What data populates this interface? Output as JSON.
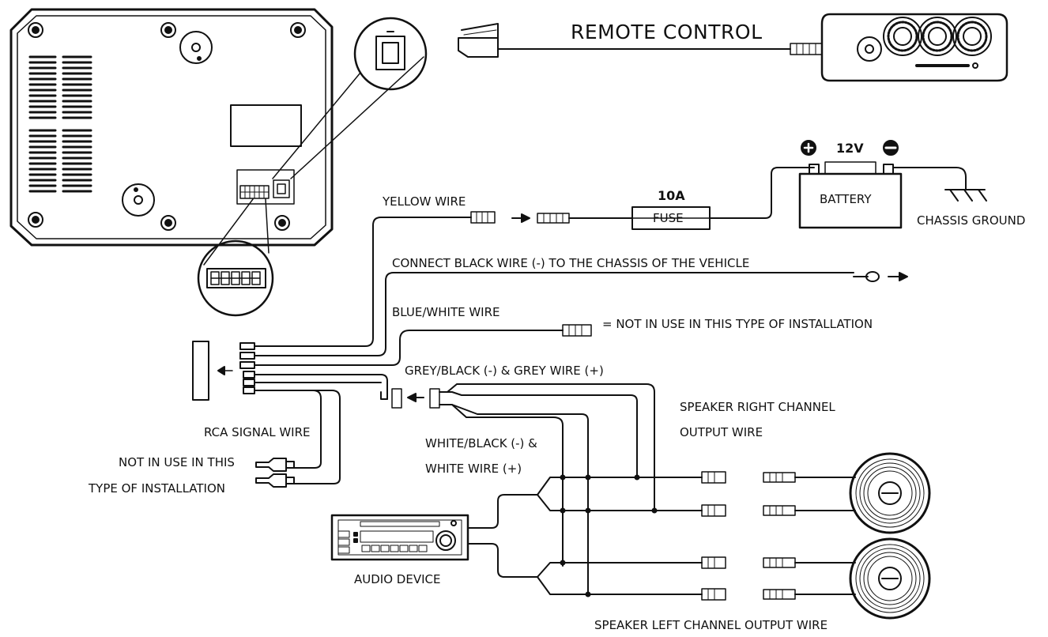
{
  "labels": {
    "remote_control": "REMOTE CONTROL",
    "yellow_wire": "YELLOW WIRE",
    "fuse_rating": "10A",
    "fuse": "FUSE",
    "voltage": "12V",
    "battery": "BATTERY",
    "chassis_ground": "CHASSIS GROUND",
    "black_wire": "CONNECT BLACK WIRE (-) TO THE CHASSIS OF THE VEHICLE",
    "blue_white_wire": "BLUE/WHITE WIRE",
    "not_in_use_eq": "= NOT IN USE IN THIS TYPE OF INSTALLATION",
    "grey_wire": "GREY/BLACK (-) & GREY WIRE (+)",
    "speaker_right_1": "SPEAKER RIGHT CHANNEL",
    "speaker_right_2": "OUTPUT WIRE",
    "rca_signal_wire": "RCA SIGNAL WIRE",
    "not_in_use_1": "NOT IN USE IN THIS",
    "not_in_use_2": "TYPE OF INSTALLATION",
    "white_wire_1": "WHITE/BLACK (-) &",
    "white_wire_2": "WHITE WIRE (+)",
    "audio_device": "AUDIO DEVICE",
    "speaker_left": "SPEAKER LEFT CHANNEL OUTPUT WIRE"
  },
  "icons": {
    "battery_plus": "plus-circle-icon",
    "battery_minus": "minus-circle-icon",
    "ground": "ground-symbol-icon",
    "speaker": "speaker-icon"
  }
}
